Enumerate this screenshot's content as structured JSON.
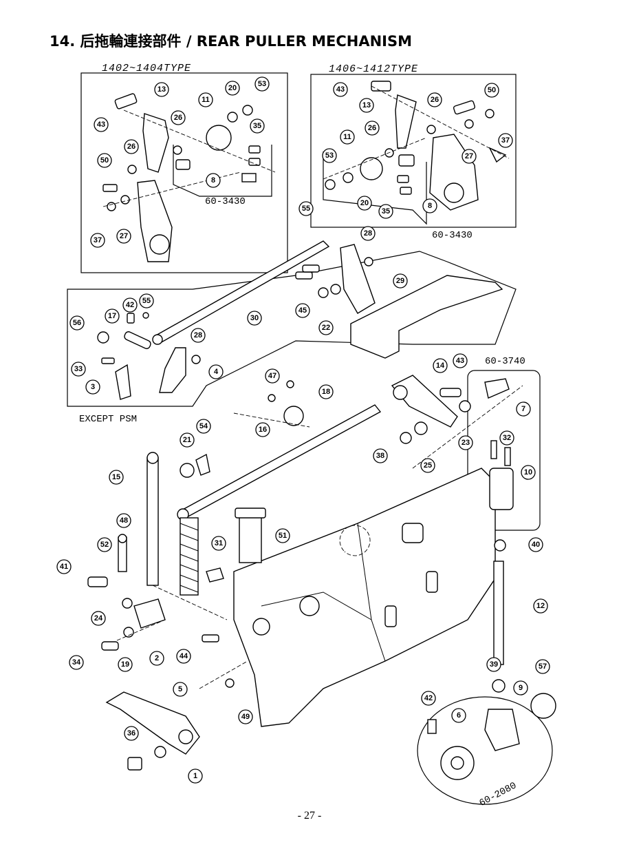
{
  "title": "14. 后拖輪連接部件 / REAR PULLER MECHANISM",
  "page_number": "- 27 -",
  "groups": {
    "type_a": "1402~1404TYPE",
    "type_b": "1406~1412TYPE",
    "except": "EXCEPT PSM",
    "sub_3430_a": "60-3430",
    "sub_3430_b": "60-3430",
    "sub_3740": "60-3740",
    "sub_2080": "60-2080"
  },
  "callouts": [
    {
      "id": "c13a",
      "label": "13"
    },
    {
      "id": "c11a",
      "label": "11"
    },
    {
      "id": "c20a",
      "label": "20"
    },
    {
      "id": "c53a",
      "label": "53"
    },
    {
      "id": "c43a",
      "label": "43"
    },
    {
      "id": "c26a",
      "label": "26"
    },
    {
      "id": "c35a",
      "label": "35"
    },
    {
      "id": "c26b",
      "label": "26"
    },
    {
      "id": "c50a",
      "label": "50"
    },
    {
      "id": "c8a",
      "label": "8"
    },
    {
      "id": "c37a",
      "label": "37"
    },
    {
      "id": "c27a",
      "label": "27"
    },
    {
      "id": "c43b",
      "label": "43"
    },
    {
      "id": "c13b",
      "label": "13"
    },
    {
      "id": "c26c",
      "label": "26"
    },
    {
      "id": "c50b",
      "label": "50"
    },
    {
      "id": "c37b",
      "label": "37"
    },
    {
      "id": "c26d",
      "label": "26"
    },
    {
      "id": "c11b",
      "label": "11"
    },
    {
      "id": "c27b",
      "label": "27"
    },
    {
      "id": "c53b",
      "label": "53"
    },
    {
      "id": "c20b",
      "label": "20"
    },
    {
      "id": "c35b",
      "label": "35"
    },
    {
      "id": "c8b",
      "label": "8"
    },
    {
      "id": "c55a",
      "label": "55"
    },
    {
      "id": "c28a",
      "label": "28"
    },
    {
      "id": "c29",
      "label": "29"
    },
    {
      "id": "c45",
      "label": "45"
    },
    {
      "id": "c22",
      "label": "22"
    },
    {
      "id": "c30",
      "label": "30"
    },
    {
      "id": "c42a",
      "label": "42"
    },
    {
      "id": "c55b",
      "label": "55"
    },
    {
      "id": "c56",
      "label": "56"
    },
    {
      "id": "c17",
      "label": "17"
    },
    {
      "id": "c28b",
      "label": "28"
    },
    {
      "id": "c33",
      "label": "33"
    },
    {
      "id": "c4",
      "label": "4"
    },
    {
      "id": "c3",
      "label": "3"
    },
    {
      "id": "c47",
      "label": "47"
    },
    {
      "id": "c18",
      "label": "18"
    },
    {
      "id": "c14",
      "label": "14"
    },
    {
      "id": "c43c",
      "label": "43"
    },
    {
      "id": "c7",
      "label": "7"
    },
    {
      "id": "c23",
      "label": "23"
    },
    {
      "id": "c25",
      "label": "25"
    },
    {
      "id": "c38",
      "label": "38"
    },
    {
      "id": "c16",
      "label": "16"
    },
    {
      "id": "c54",
      "label": "54"
    },
    {
      "id": "c21",
      "label": "21"
    },
    {
      "id": "c32",
      "label": "32"
    },
    {
      "id": "c10",
      "label": "10"
    },
    {
      "id": "c15",
      "label": "15"
    },
    {
      "id": "c48",
      "label": "48"
    },
    {
      "id": "c31",
      "label": "31"
    },
    {
      "id": "c51",
      "label": "51"
    },
    {
      "id": "c40",
      "label": "40"
    },
    {
      "id": "c52",
      "label": "52"
    },
    {
      "id": "c41",
      "label": "41"
    },
    {
      "id": "c12",
      "label": "12"
    },
    {
      "id": "c24",
      "label": "24"
    },
    {
      "id": "c2",
      "label": "2"
    },
    {
      "id": "c34",
      "label": "34"
    },
    {
      "id": "c19",
      "label": "19"
    },
    {
      "id": "c44",
      "label": "44"
    },
    {
      "id": "c39",
      "label": "39"
    },
    {
      "id": "c57",
      "label": "57"
    },
    {
      "id": "c9",
      "label": "9"
    },
    {
      "id": "c42b",
      "label": "42"
    },
    {
      "id": "c6",
      "label": "6"
    },
    {
      "id": "c5",
      "label": "5"
    },
    {
      "id": "c49",
      "label": "49"
    },
    {
      "id": "c36",
      "label": "36"
    },
    {
      "id": "c1",
      "label": "1"
    }
  ]
}
